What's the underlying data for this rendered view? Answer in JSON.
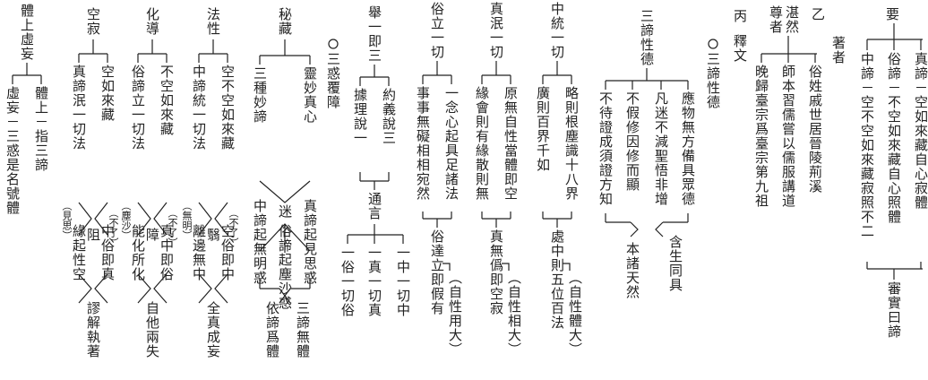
{
  "top": {
    "yao": "要",
    "yi": "乙",
    "zhuzhe": "著者",
    "bing": "丙",
    "shiwen": "釋文"
  },
  "yao_block": {
    "left": "中諦－空不空如來藏寂照不二",
    "mid": "俗諦－不空如來藏自心照體",
    "right": "真諦－空如來藏自心寂體",
    "bottom": "審實曰諦"
  },
  "author_block": {
    "head": "湛然",
    "head_sub": "尊者",
    "b1": "俗姓戚世居晉陵荊溪",
    "b2": "師本習儒嘗以儒服講道",
    "b3": "晚歸臺宗爲臺宗第九祖"
  },
  "sandi": {
    "label": "三諦性德",
    "title": "三諦性德",
    "b1": "應物無方備具眾德",
    "b2": "凡迷不減聖悟非增",
    "b3": "不假修因修而顯",
    "b4": "不待證成須證方知",
    "c1": "含生同具",
    "c2": "本諸天然"
  },
  "zhong": {
    "title": "中統一切",
    "b1": "略則根塵識十八界",
    "b2": "廣則百界千如",
    "c1": "處中則五位百法",
    "note": "（自性體大）"
  },
  "zhen": {
    "title": "真泯一切",
    "b1": "原無自性當體即空",
    "b2": "緣會則有緣散則無",
    "c1": "真無僞即空寂",
    "note": "（自性相大）"
  },
  "su": {
    "title": "俗立一切",
    "b1": "一念心起具足諸法",
    "b2": "事事無礙相相宛然",
    "c1": "俗達立即假有",
    "note": "（自性用大）"
  },
  "juyi": {
    "title": "舉一即三",
    "b1": "約義說三",
    "b2": "據理說一",
    "c1": "通言",
    "d1": "一中一切中",
    "d2": "一真一切真",
    "d3": "一俗一切俗"
  },
  "sanhuo": {
    "label": "三惑覆障"
  },
  "micang": {
    "title": "秘藏",
    "b1": "靈妙真心",
    "b2": "三種妙諦",
    "mi": "迷",
    "c1": "真諦起見思惑",
    "c2": "俗諦起塵沙惑",
    "c3": "中諦起無明惑",
    "d1": "三諦無體",
    "d2": "依諦爲體"
  },
  "faxing": {
    "title": "法性",
    "b1": "空不空如來藏",
    "b2": "中諦統一切法",
    "n1": "（不了）",
    "n2": "（無明）",
    "c1": "翳",
    "c2": "空俗即中",
    "c3": "離邊無中",
    "d1": "全真成妄"
  },
  "huadao": {
    "title": "化導",
    "b1": "不空如來藏",
    "b2": "俗諦立一切法",
    "n1": "（不了）",
    "n2": "（塵沙）",
    "c1": "障",
    "c2": "真中即俗",
    "c3": "能化所化",
    "d1": "自他兩失"
  },
  "kongji": {
    "title": "空寂",
    "b1": "空如來藏",
    "b2": "真諦泯一切法",
    "n1": "（不了）",
    "n2": "（見思）",
    "c1": "阻",
    "c2": "中俗即真",
    "c3": "緣起性空",
    "d1": "謬解執著"
  },
  "tishang": {
    "title": "體上虛妄",
    "b1": "體上－指三諦",
    "b2": "虛妄－三惑是名號體"
  }
}
